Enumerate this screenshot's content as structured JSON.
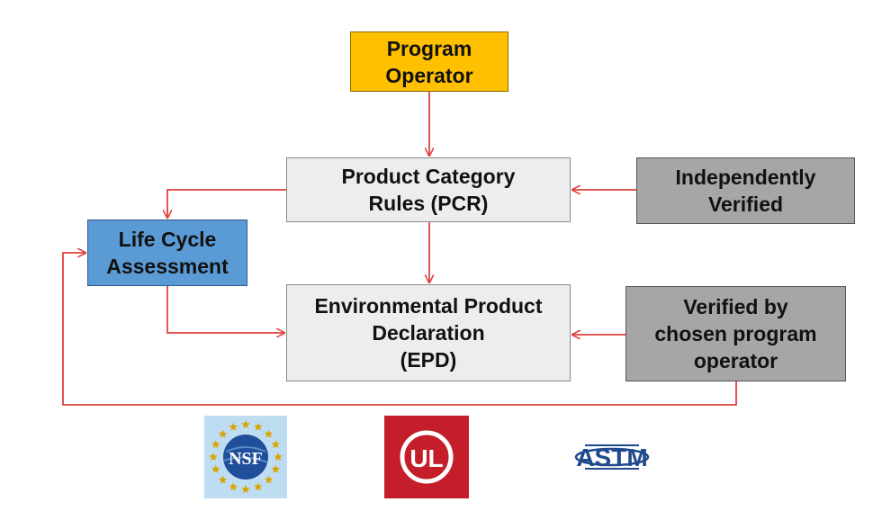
{
  "diagram": {
    "boxes": {
      "program_operator": {
        "label": "Program\nOperator",
        "fill": "#FFC000"
      },
      "pcr": {
        "label": "Product Category\nRules (PCR)",
        "fill": "#EDEDED"
      },
      "independently_verified": {
        "label": "Independently\nVerified",
        "fill": "#A6A6A6"
      },
      "lca": {
        "label": "Life Cycle\nAssessment",
        "fill": "#5B9BD5"
      },
      "epd": {
        "label": "Environmental Product\nDeclaration\n(EPD)",
        "fill": "#EDEDED"
      },
      "verified_by_operator": {
        "label": "Verified by\nchosen program\noperator",
        "fill": "#A6A6A6"
      }
    },
    "arrow_color": "#E04040"
  },
  "logos": {
    "nsf": {
      "text": "NSF",
      "background": "#BFDDF2",
      "emblem": "#1F4E9A",
      "stars": "#D8A400"
    },
    "ul": {
      "text": "UL",
      "background": "#C41E2A"
    },
    "astm": {
      "text": "ASTM",
      "color": "#1F4A8C"
    }
  }
}
